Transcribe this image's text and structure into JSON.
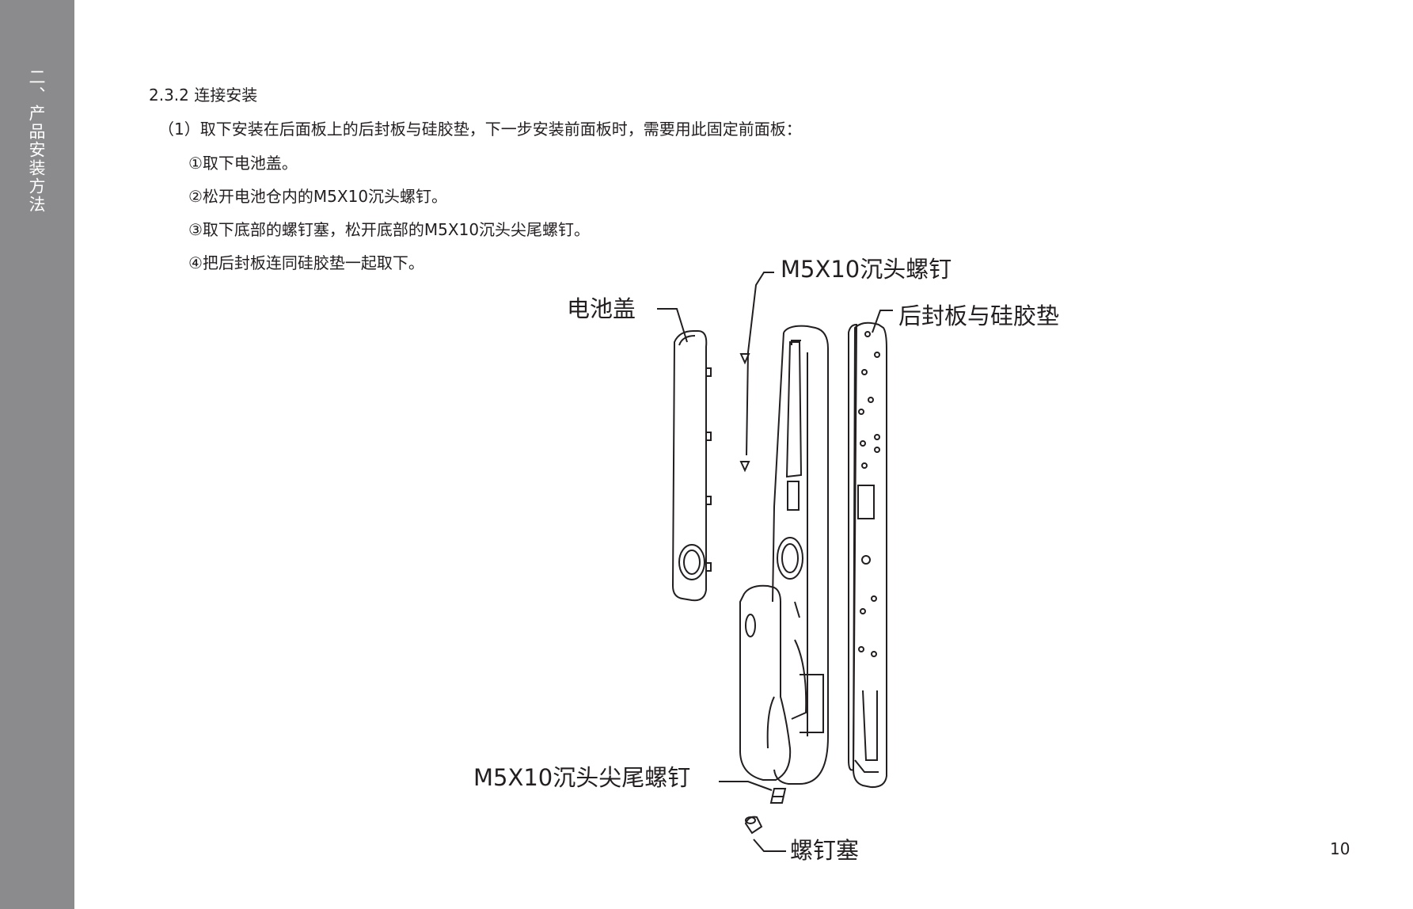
{
  "sidebar": {
    "title": "二、产品安装方法",
    "bg_color": "#8b8b8d"
  },
  "content": {
    "section_heading": "2.3.2 连接安装",
    "step_intro": "（1）取下安装在后面板上的后封板与硅胶垫，下一步安装前面板时，需要用此固定前面板：",
    "substeps": [
      "①取下电池盖。",
      "②松开电池仓内的M5X10沉头螺钉。",
      "③取下底部的螺钉塞，松开底部的M5X10沉头尖尾螺钉。",
      "④把后封板连同硅胶垫一起取下。"
    ]
  },
  "diagram": {
    "labels": {
      "battery_cover": "电池盖",
      "countersunk_screw": "M5X10沉头螺钉",
      "rear_plate_and_gasket": "后封板与硅胶垫",
      "pointed_countersunk_screw": "M5X10沉头尖尾螺钉",
      "screw_plug": "螺钉塞"
    }
  },
  "page": {
    "number": "10"
  }
}
